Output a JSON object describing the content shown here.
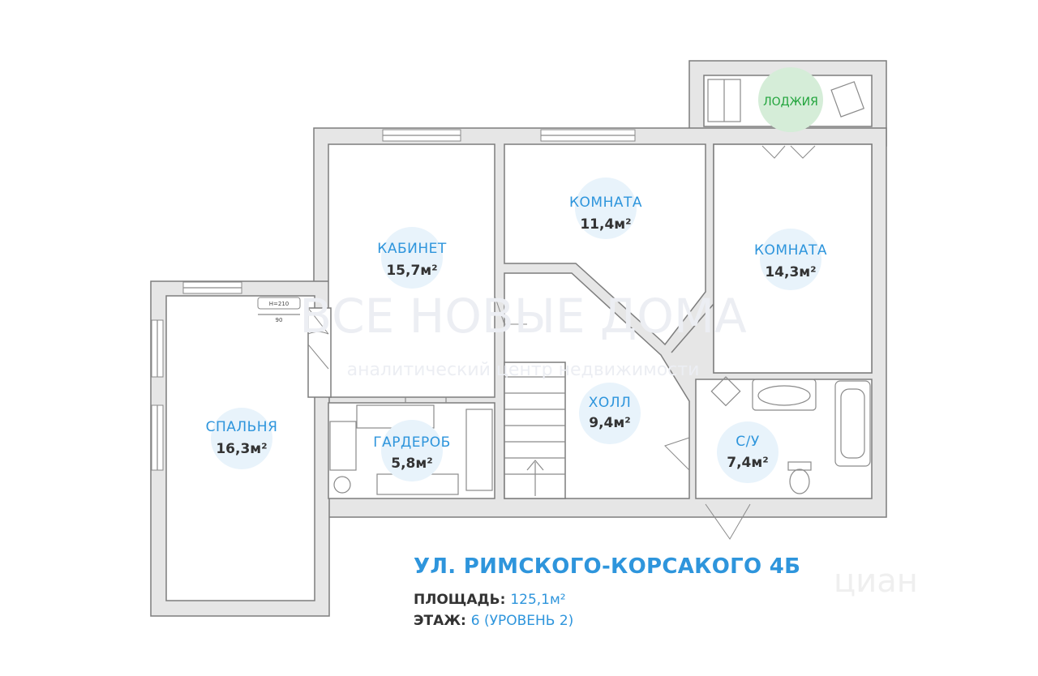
{
  "rooms": [
    {
      "id": "loggia",
      "name": "ЛОДЖИЯ",
      "area": ""
    },
    {
      "id": "office",
      "name": "КАБИНЕТ",
      "area": "15,7м²"
    },
    {
      "id": "room1",
      "name": "КОМНАТА",
      "area": "11,4м²"
    },
    {
      "id": "room2",
      "name": "КОМНАТА",
      "area": "14,3м²"
    },
    {
      "id": "bedroom",
      "name": "СПАЛЬНЯ",
      "area": "16,3м²"
    },
    {
      "id": "wardrobe",
      "name": "ГАРДЕРОБ",
      "area": "5,8м²"
    },
    {
      "id": "hall",
      "name": "ХОЛЛ",
      "area": "9,4м²"
    },
    {
      "id": "bathroom",
      "name": "С/У",
      "area": "7,4м²"
    }
  ],
  "annotations": {
    "window_height": "H=210",
    "window_width": "90"
  },
  "watermark": {
    "title": "ВСЕ НОВЫЕ ДОМА",
    "subtitle": "аналитический центр недвижимости",
    "brand": "циан"
  },
  "info": {
    "address": "УЛ. РИМСКОГО-КОРСАКОГО 4Б",
    "area_label": "ПЛОЩАДЬ:",
    "area_value": "125,1м²",
    "floor_label": "ЭТАЖ:",
    "floor_value": "6 (УРОВЕНЬ 2)"
  }
}
